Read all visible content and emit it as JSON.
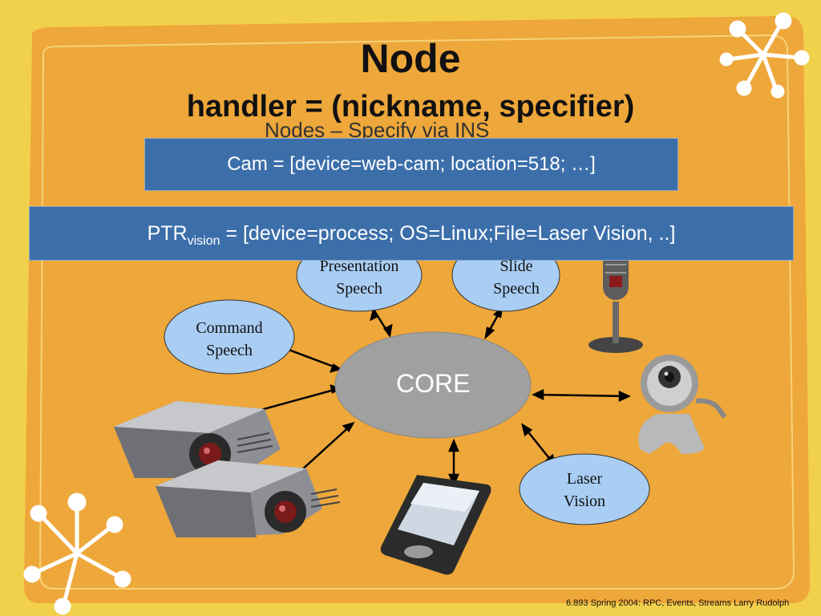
{
  "title": "Node",
  "subtitle": "handler = (nickname, specifier)",
  "hidden_text": "Nodes – Specify via INS",
  "cam_box": "Cam = [device=web-cam; location=518; …]",
  "ptr_box": {
    "prefix": "PTR",
    "sub": "vision",
    "rest": " = [device=process; OS=Linux;File=Laser Vision, ..]"
  },
  "nodes": {
    "presentation": [
      "Presentation",
      "Speech"
    ],
    "slide": [
      "Slide",
      "Speech"
    ],
    "command": [
      "Command",
      "Speech"
    ],
    "core": "CORE",
    "laser": [
      "Laser",
      "Vision"
    ]
  },
  "footer": "6.893 Spring 2004:  RPC, Events, Streams  Larry Rudolph",
  "colors": {
    "background": "#f1d04c",
    "panel": "#eea73a",
    "box": "#3c6faa",
    "node_fill": "#a9cdf3",
    "core_fill": "#a0a0a0"
  },
  "icons": [
    "microphone-icon",
    "webcam-icon",
    "projector-icon",
    "pda-icon",
    "starburst-icon"
  ]
}
